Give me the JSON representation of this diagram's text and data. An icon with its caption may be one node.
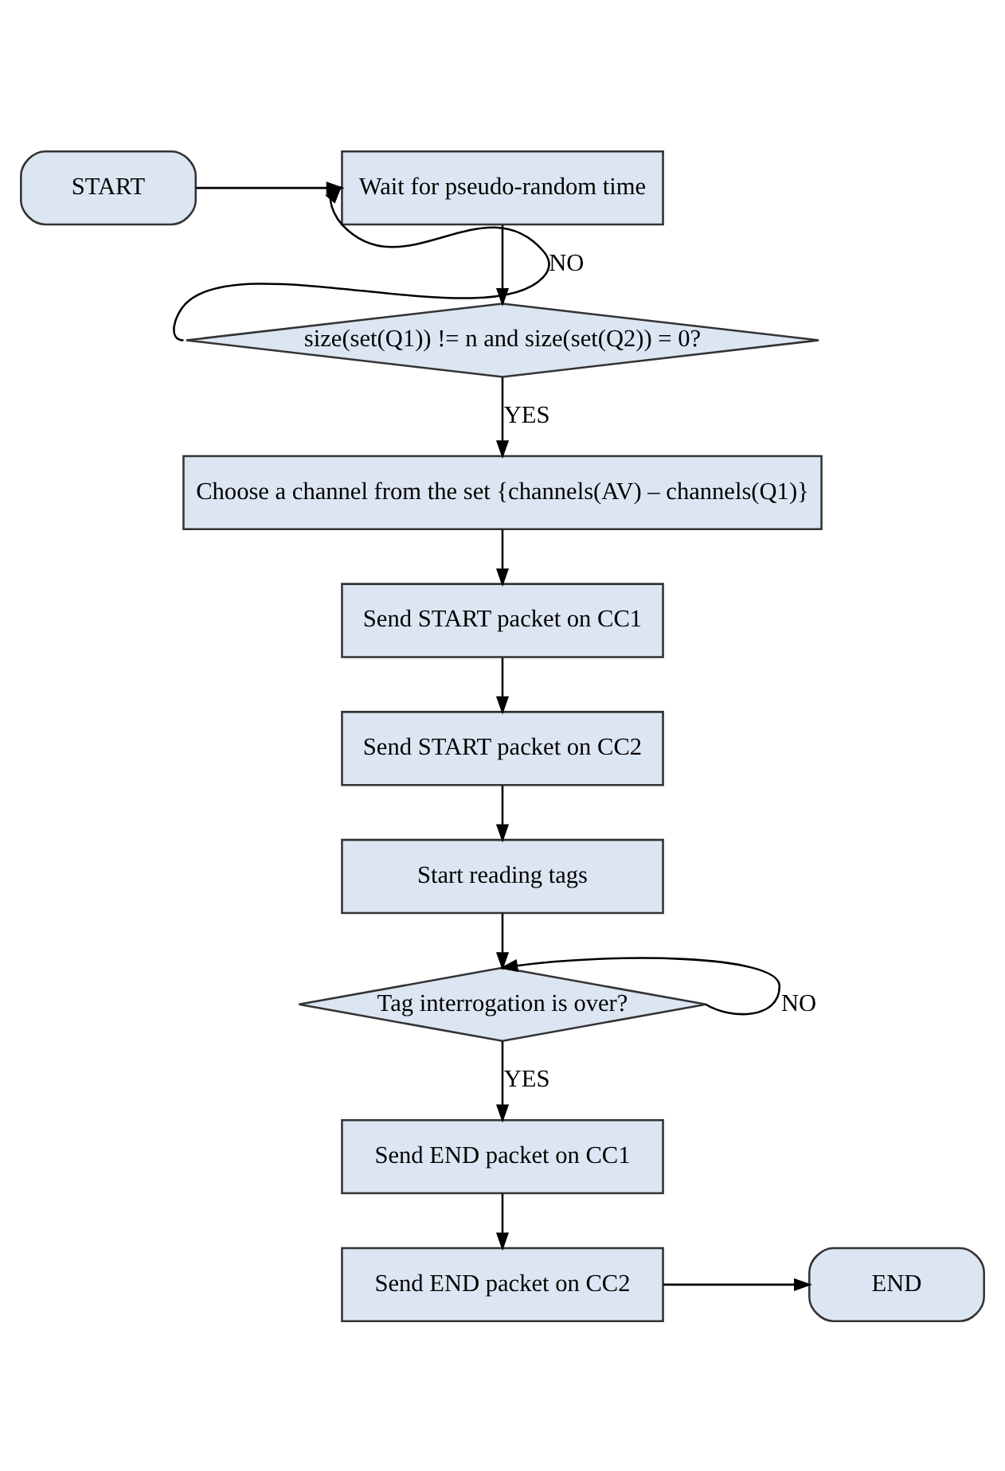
{
  "diagram": {
    "nodes": [
      {
        "text": [
          "START"
        ]
      },
      {
        "text": [
          "Wait for pseudo-random time"
        ]
      },
      {
        "text": [
          "size(set(Q1)) != n and size(set(Q2)) = 0?"
        ]
      },
      {
        "text": [
          "Choose a channel from the set {channels(AV) – channels(Q1)}"
        ]
      },
      {
        "text": [
          "Send START packet on CC1"
        ]
      },
      {
        "text": [
          "Send START packet on CC2"
        ]
      },
      {
        "text": [
          "Start reading tags"
        ]
      },
      {
        "text": [
          "Tag interrogation is over?"
        ]
      },
      {
        "text": [
          "Send END packet on CC1"
        ]
      },
      {
        "text": [
          "Send END packet on CC2"
        ]
      },
      {
        "text": [
          "END"
        ]
      }
    ],
    "edges": [
      {
        "from": 0,
        "to": 1,
        "arrow": "to"
      },
      {
        "from": 1,
        "to": 2,
        "arrow": "to"
      },
      {
        "from": 2,
        "to": 1,
        "arrow": "to",
        "label": "NO"
      },
      {
        "from": 2,
        "to": 3,
        "arrow": "to",
        "label": "YES"
      },
      {
        "from": 3,
        "to": 4,
        "arrow": "to"
      },
      {
        "from": 4,
        "to": 5,
        "arrow": "to"
      },
      {
        "from": 5,
        "to": 6,
        "arrow": "to"
      },
      {
        "from": 6,
        "to": 7,
        "arrow": "to"
      },
      {
        "from": 7,
        "to": 7,
        "arrow": "to",
        "label": "NO"
      },
      {
        "from": 7,
        "to": 8,
        "arrow": "to",
        "label": "YES"
      },
      {
        "from": 8,
        "to": 9,
        "arrow": "to"
      },
      {
        "from": 9,
        "to": 10,
        "arrow": "to"
      }
    ]
  }
}
